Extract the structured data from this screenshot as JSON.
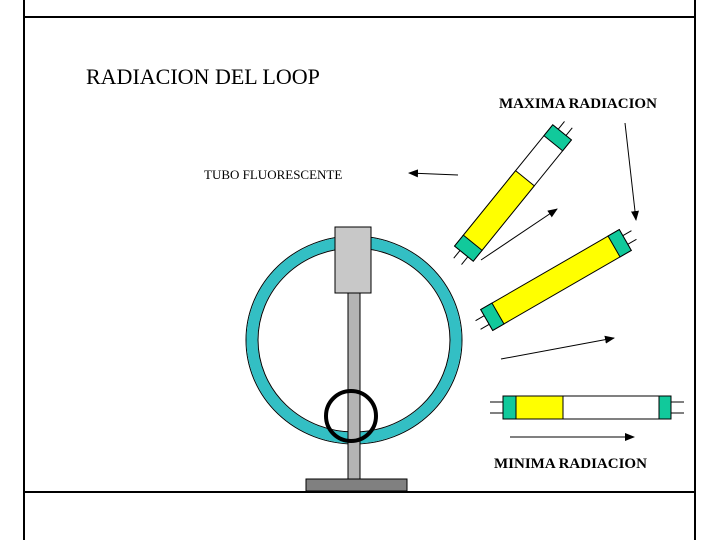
{
  "title": "RADIACION DEL LOOP",
  "labels": {
    "max_radiation": "MAXIMA RADIACION",
    "fluorescent_tube": "TUBO FLUORESCENTE",
    "min_radiation": "MINIMA RADIACION"
  },
  "colors": {
    "loop": "#33bfc4",
    "tube_lit": "#ffff00",
    "tube_cap": "#11c99b",
    "box": "#c8c8c8",
    "mast": "#b4b4b4",
    "base": "#808080",
    "outline": "#000000"
  }
}
